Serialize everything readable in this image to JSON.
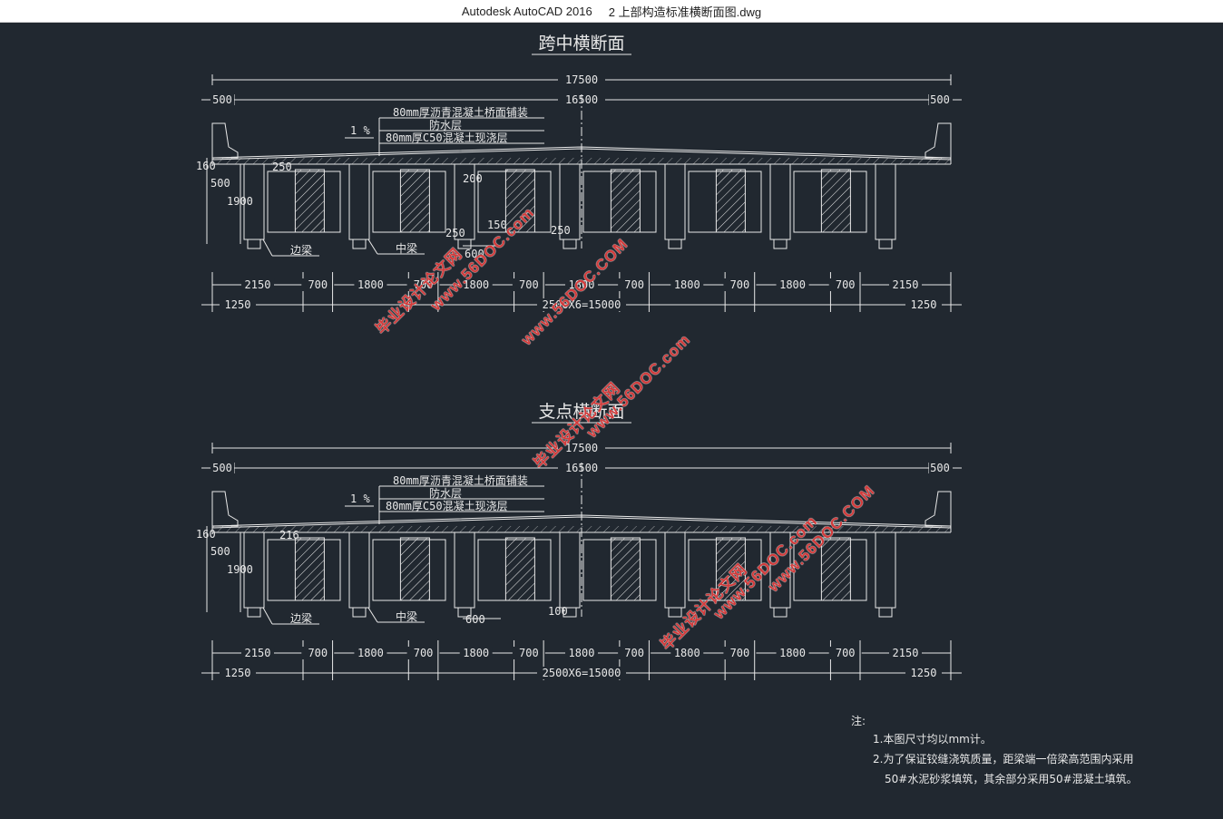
{
  "window": {
    "app_title": "Autodesk AutoCAD 2016",
    "file_name": "2 上部构造标准横断面图.dwg"
  },
  "drawing": {
    "section_midspan": {
      "title": "跨中横断面",
      "overall_width": "17500",
      "inner_width": "16500",
      "curb_left": "500",
      "curb_right": "500",
      "layer_asphalt": "80mm厚沥青混凝土桥面铺装",
      "layer_waterproof": "防水层",
      "layer_concrete": "80mm厚C50混凝土现浇层",
      "slope": "1 %",
      "dim_160": "160",
      "dim_500": "500",
      "dim_1900": "1900",
      "dim_250_top": "250",
      "dim_200": "200",
      "dim_150": "150",
      "dim_250_a": "250",
      "dim_250_b": "250",
      "dim_600": "600",
      "label_edge_beam": "边梁",
      "label_mid_beam": "中梁",
      "bottom_dims": [
        "2150",
        "700",
        "1800",
        "700",
        "1800",
        "700",
        "1800",
        "700",
        "1800",
        "700",
        "1800",
        "700",
        "2150"
      ],
      "end_left": "1250",
      "end_right": "1250",
      "beam_spacing": "2500X6=15000"
    },
    "section_support": {
      "title": "支点横断面",
      "overall_width": "17500",
      "inner_width": "16500",
      "curb_left": "500",
      "curb_right": "500",
      "layer_asphalt": "80mm厚沥青混凝土桥面铺装",
      "layer_waterproof": "防水层",
      "layer_concrete": "80mm厚C50混凝土现浇层",
      "slope": "1 %",
      "dim_160": "160",
      "dim_500": "500",
      "dim_1900": "1900",
      "dim_216": "216",
      "dim_600": "600",
      "dim_100": "100",
      "label_edge_beam": "边梁",
      "label_mid_beam": "中梁",
      "bottom_dims": [
        "2150",
        "700",
        "1800",
        "700",
        "1800",
        "700",
        "1800",
        "700",
        "1800",
        "700",
        "1800",
        "700",
        "2150"
      ],
      "end_left": "1250",
      "end_right": "1250",
      "beam_spacing": "2500X6=15000"
    },
    "notes": {
      "heading": "注:",
      "line1": "1.本图尺寸均以mm计。",
      "line2": "2.为了保证铰缝浇筑质量，距梁端一倍梁高范围内采用",
      "line3": "50#水泥砂浆填筑，其余部分采用50#混凝土填筑。"
    },
    "watermarks": {
      "site_cn": "毕业设计论文网",
      "site_url": "www.56DOC.com",
      "site_url_upper": "www.56DOC.COM"
    }
  },
  "colors": {
    "background": "#212830",
    "lines": "#e8e8e8",
    "watermark": "#d23b3b"
  }
}
